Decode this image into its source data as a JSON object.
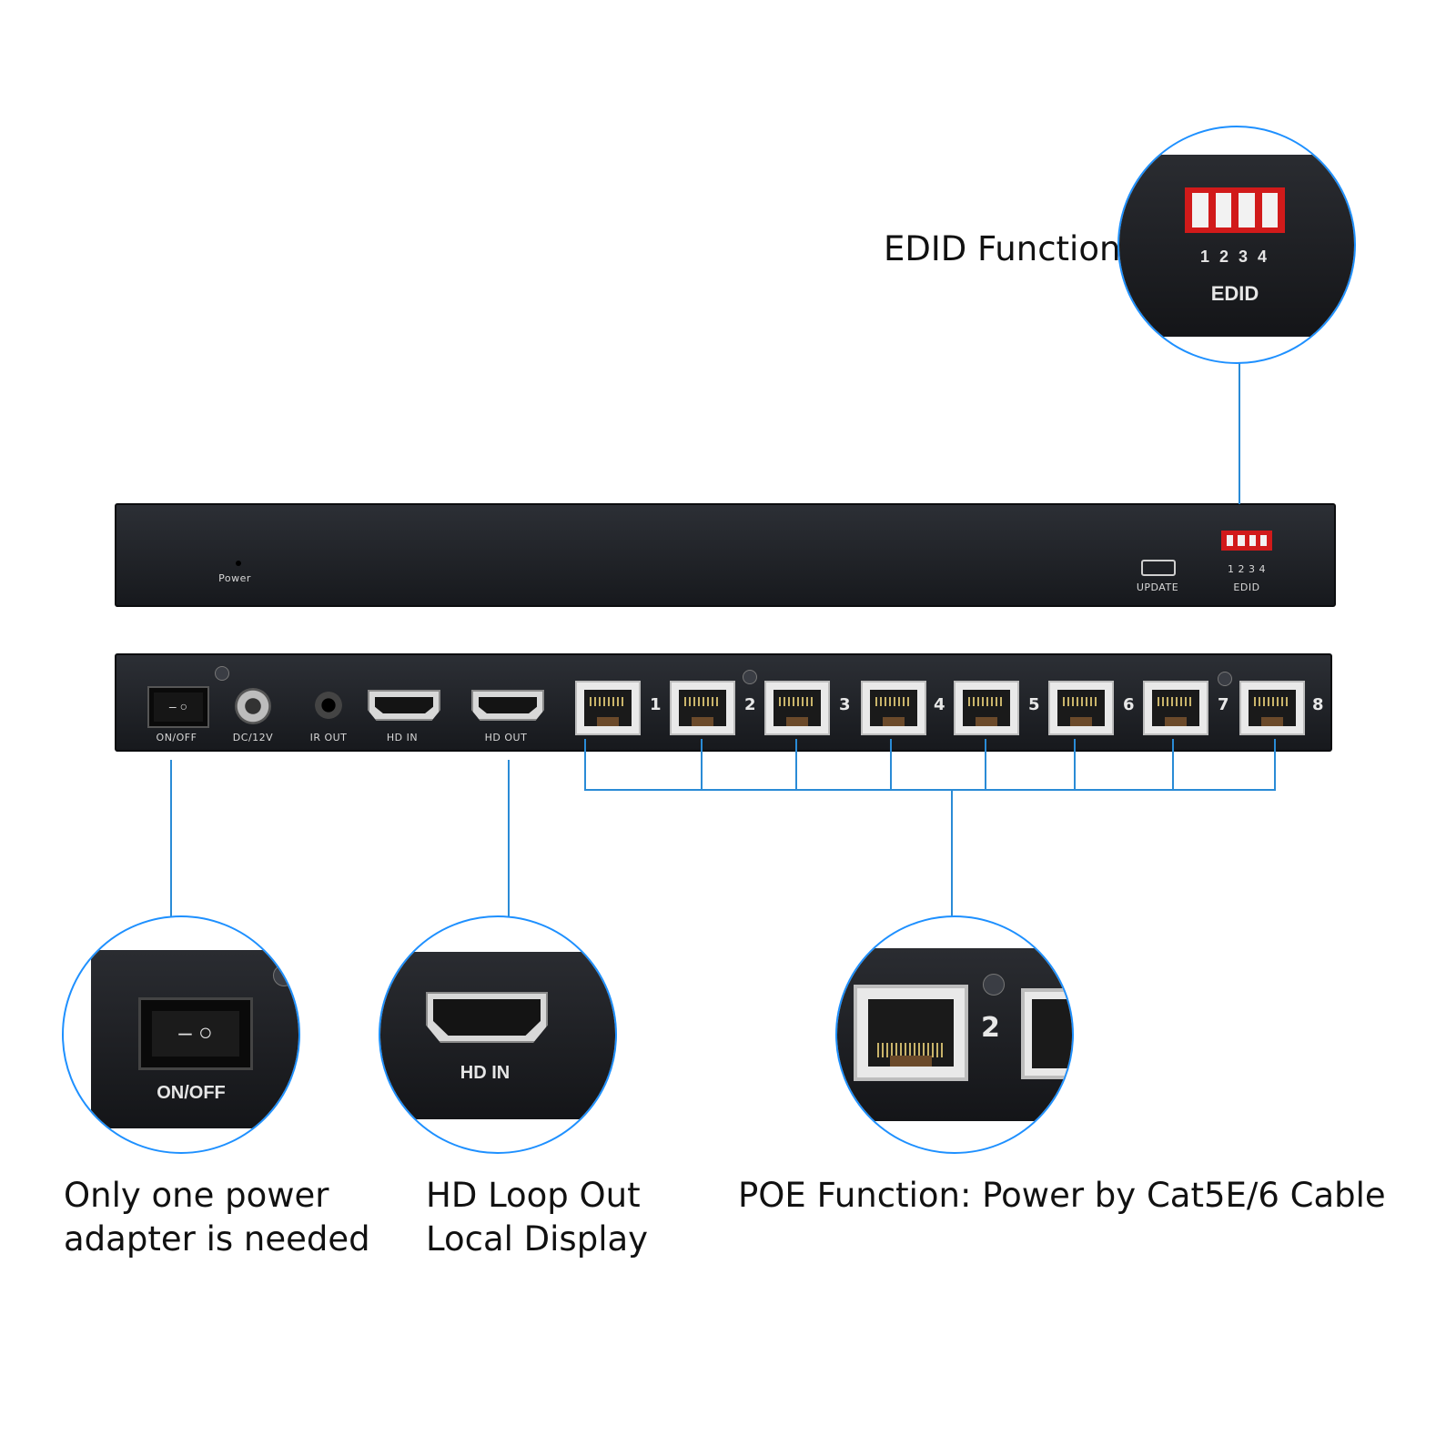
{
  "callouts": {
    "edid": "EDID Function",
    "power_line1": "Only one power",
    "power_line2": "adapter is needed",
    "loop_line1": "HD Loop Out",
    "loop_line2": "Local Display",
    "poe": "POE Function: Power by Cat5E/6 Cable"
  },
  "front_panel": {
    "power": "Power",
    "update": "UPDATE",
    "edid": "EDID",
    "dip_numbers": "1 2 3 4"
  },
  "rear_panel": {
    "onoff": "ON/OFF",
    "dc": "DC/12V",
    "ir_out": "IR OUT",
    "hd_in": "HD IN",
    "hd_out": "HD OUT",
    "ports": [
      "1",
      "2",
      "3",
      "4",
      "5",
      "6",
      "7",
      "8"
    ]
  },
  "zoom": {
    "edid_numbers": "1 2 3 4",
    "edid": "EDID",
    "onoff": "ON/OFF",
    "hd_in": "HD IN",
    "port": "2"
  },
  "colors": {
    "accent": "#1e90ff",
    "panel": "#1e2024",
    "dip": "#d11a1a"
  }
}
